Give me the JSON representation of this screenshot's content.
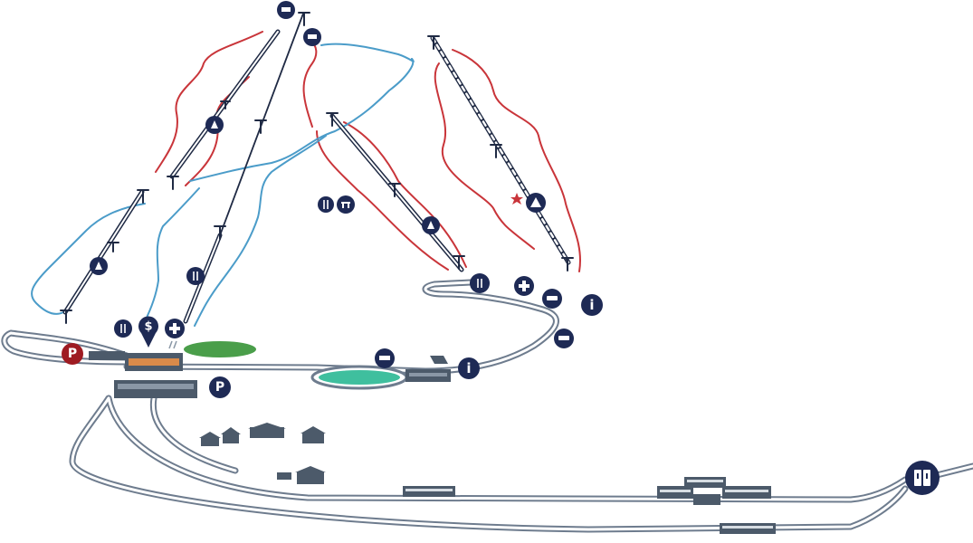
{
  "colors": {
    "road": "#6e7c8e",
    "road_fill": "#ffffff",
    "lift": "#1f2a44",
    "run_red": "#c9353a",
    "run_blue": "#4b9cc9",
    "icon_navy": "#1e2a55",
    "icon_red": "#9e1b22",
    "pond": "#3fbf9e",
    "field": "#4a9e4a",
    "building": "#4c5a6a",
    "star": "#c9353a"
  },
  "icons": {
    "parking_red": {
      "glyph": "P",
      "name": "parking-icon"
    },
    "parking_navy": {
      "glyph": "P",
      "name": "parking-icon"
    },
    "dining": {
      "glyph": "∥",
      "name": "restaurant-icon"
    },
    "money": {
      "glyph": "$",
      "name": "atm-icon"
    },
    "first_aid": {
      "glyph": "✚",
      "name": "first-aid-icon"
    },
    "info": {
      "glyph": "i",
      "name": "info-icon"
    },
    "ski_school": {
      "glyph": "▲",
      "name": "ski-school-icon"
    },
    "summit_cabin": {
      "glyph": "△",
      "name": "summit-hut-icon"
    },
    "gondola": {
      "glyph": "▤",
      "name": "gondola-icon"
    },
    "restroom": {
      "glyph": "▯▯",
      "name": "restroom-icon"
    },
    "bus": {
      "glyph": "▬",
      "name": "shuttle-bus-icon"
    },
    "snowmobile": {
      "glyph": "▬",
      "name": "snowmobile-icon"
    }
  },
  "legend": []
}
